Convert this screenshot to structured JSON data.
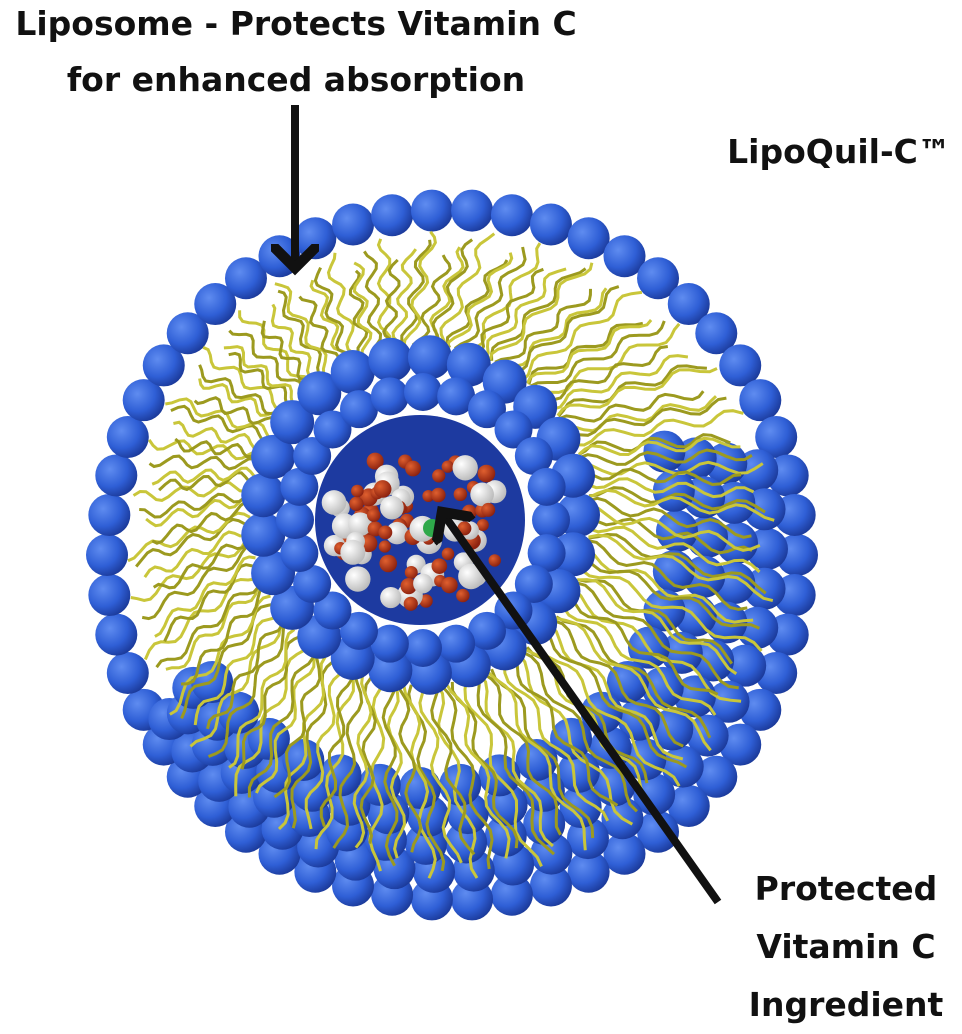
{
  "labels": {
    "liposome_line1": "Liposome - Protects Vitamin C",
    "liposome_line2": "for enhanced absorption",
    "brand": "LipoQuil-C™",
    "ingredient_line1": "Protected",
    "ingredient_line2": "Vitamin C",
    "ingredient_line3": "Ingredient"
  },
  "colors": {
    "lipid_head": "#2f5fd6",
    "lipid_tail": "#c9c63a",
    "vitamin_red": "#b8321a",
    "vitamin_white": "#f2f2f2",
    "core_green": "#2fa84a",
    "arrow": "#111111"
  }
}
